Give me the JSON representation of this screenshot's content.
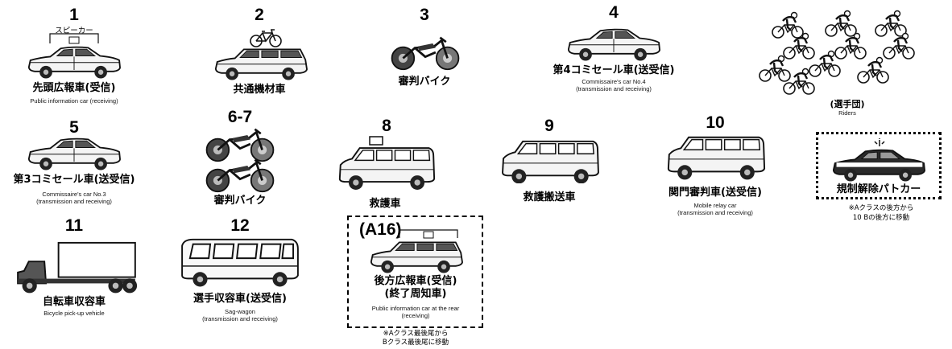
{
  "vehicles": [
    {
      "number": "1",
      "extra": "スピーカー",
      "name": "先頭広報車(受信)",
      "english": "Public information car (receiving)"
    },
    {
      "number": "2",
      "name": "共通機材車"
    },
    {
      "number": "3",
      "name": "審判バイク"
    },
    {
      "number": "4",
      "name": "第4コミセール車(送受信)",
      "english_lines": [
        "Commissaire's car No.4",
        "(transmission and receiving)"
      ]
    },
    {
      "name": "(選手団)",
      "english": "Riders"
    },
    {
      "number": "5",
      "name": "第3コミセール車(送受信)",
      "english_lines": [
        "Commissaire's car No.3",
        "(transmission and receiving)"
      ]
    },
    {
      "number": "6-7",
      "name": "審判バイク"
    },
    {
      "number": "8",
      "name": "救護車"
    },
    {
      "number": "9",
      "name": "救護搬送車"
    },
    {
      "number": "10",
      "name": "関門審判車(送受信)",
      "english_lines": [
        "Mobile relay car",
        "(transmission and receiving)"
      ]
    },
    {
      "name": "規制解除パトカー",
      "note_lines": [
        "※Aクラスの後方から",
        "10 Bの後方に移動"
      ]
    },
    {
      "number": "11",
      "name": "自転車収容車",
      "english": "Bicycle pick-up vehicle"
    },
    {
      "number": "12",
      "name": "選手収容車(送受信)",
      "english_lines": [
        "Sag-wagon",
        "(transmission and receiving)"
      ]
    },
    {
      "number": "(A16)",
      "name_lines": [
        "後方広報車(受信)",
        "(終了周知車)"
      ],
      "english_lines": [
        "Public information car at the rear",
        "(receiving)"
      ],
      "note_lines": [
        "※Aクラス最後尾から",
        "Bクラス最後尾に移動"
      ]
    }
  ],
  "icons": [
    "sedan-icon",
    "wagon-with-bicycle-icon",
    "motorcycle-icon",
    "sedan-icon",
    "cyclists-group-icon",
    "sedan-icon",
    "motorcycles-icon",
    "ambulance-van-icon",
    "transport-van-icon",
    "high-roof-van-icon",
    "police-car-icon",
    "truck-icon",
    "bus-icon",
    "wagon-with-speaker-icon"
  ]
}
